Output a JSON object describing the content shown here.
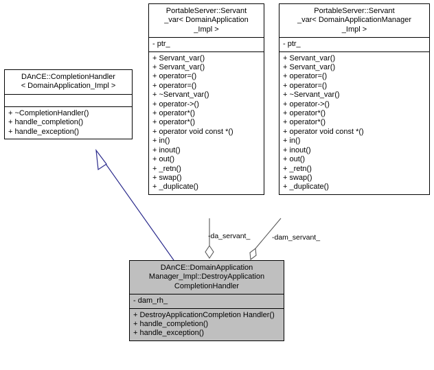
{
  "diagram": {
    "type": "uml-class-diagram",
    "background": "#ffffff",
    "colors": {
      "box_border": "#000000",
      "box_fill": "#ffffff",
      "highlight_fill": "#bfbfbf",
      "inheritance_edge": "#2a2a8c",
      "aggregation_edge": "#585858",
      "text": "#000000"
    }
  },
  "classes": {
    "completion_handler": {
      "name_lines": [
        "DAnCE::CompletionHandler",
        "< DomainApplication_Impl >"
      ],
      "attributes": [],
      "operations": [
        "+ ~CompletionHandler()",
        "+ handle_completion()",
        "+ handle_exception()"
      ]
    },
    "servant_var_da": {
      "name_lines": [
        "PortableServer::Servant",
        "_var< DomainApplication",
        "_Impl >"
      ],
      "attributes": [
        "- ptr_"
      ],
      "operations": [
        "+ Servant_var()",
        "+ Servant_var()",
        "+ operator=()",
        "+ operator=()",
        "+ ~Servant_var()",
        "+ operator->()",
        "+ operator*()",
        "+ operator*()",
        "+ operator void const *()",
        "+ in()",
        "+ inout()",
        "+ out()",
        "+ _retn()",
        "+ swap()",
        "+ _duplicate()"
      ]
    },
    "servant_var_dam": {
      "name_lines": [
        "PortableServer::Servant",
        "_var< DomainApplicationManager",
        "_Impl >"
      ],
      "attributes": [
        "- ptr_"
      ],
      "operations": [
        "+ Servant_var()",
        "+ Servant_var()",
        "+ operator=()",
        "+ operator=()",
        "+ ~Servant_var()",
        "+ operator->()",
        "+ operator*()",
        "+ operator*()",
        "+ operator void const *()",
        "+ in()",
        "+ inout()",
        "+ out()",
        "+ _retn()",
        "+ swap()",
        "+ _duplicate()"
      ]
    },
    "destroy_application_handler": {
      "name_lines": [
        "DAnCE::DomainApplication",
        "Manager_Impl::DestroyApplication",
        "CompletionHandler"
      ],
      "attributes": [
        "- dam_rh_"
      ],
      "operations": [
        "+ DestroyApplicationCompletion Handler()",
        "+ handle_completion()",
        "+ handle_exception()"
      ]
    }
  },
  "edges": [
    {
      "id": "inheritance",
      "kind": "generalization",
      "from": "destroy_application_handler",
      "to": "completion_handler",
      "label": ""
    },
    {
      "id": "da_servant",
      "kind": "aggregation",
      "from": "servant_var_da",
      "to": "destroy_application_handler",
      "label": "-da_servant_"
    },
    {
      "id": "dam_servant",
      "kind": "aggregation",
      "from": "servant_var_dam",
      "to": "destroy_application_handler",
      "label": "-dam_servant_"
    }
  ]
}
